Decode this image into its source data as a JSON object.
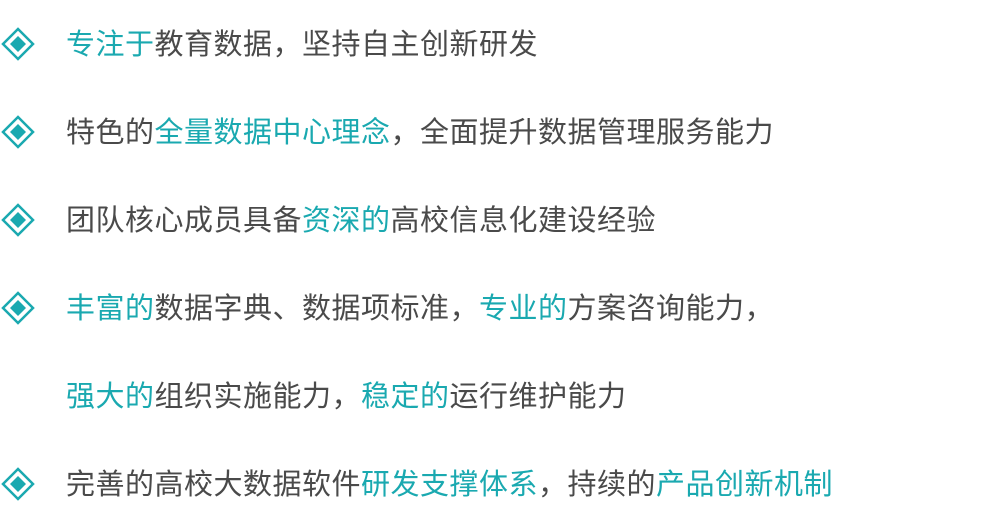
{
  "accent_color": "#1aa9b0",
  "text_color": "#4a4a4a",
  "bullet_icon": "diamond-bullet-icon",
  "items": [
    {
      "bullet": true,
      "segments": [
        {
          "text": "专注于",
          "highlight": true
        },
        {
          "text": "教育数据，坚持自主创新研发",
          "highlight": false
        }
      ]
    },
    {
      "bullet": true,
      "segments": [
        {
          "text": "特色的",
          "highlight": false
        },
        {
          "text": "全量数据中心理念",
          "highlight": true
        },
        {
          "text": "，全面提升数据管理服务能力",
          "highlight": false
        }
      ]
    },
    {
      "bullet": true,
      "segments": [
        {
          "text": "团队核心成员具备",
          "highlight": false
        },
        {
          "text": "资深的",
          "highlight": true
        },
        {
          "text": "高校信息化建设经验",
          "highlight": false
        }
      ]
    },
    {
      "bullet": true,
      "segments": [
        {
          "text": "丰富的",
          "highlight": true
        },
        {
          "text": "数据字典、数据项标准，",
          "highlight": false
        },
        {
          "text": "专业的",
          "highlight": true
        },
        {
          "text": "方案咨询能力，",
          "highlight": false
        }
      ]
    },
    {
      "bullet": false,
      "segments": [
        {
          "text": "强大的",
          "highlight": true
        },
        {
          "text": "组织实施能力，",
          "highlight": false
        },
        {
          "text": "稳定的",
          "highlight": true
        },
        {
          "text": "运行维护能力",
          "highlight": false
        }
      ]
    },
    {
      "bullet": true,
      "segments": [
        {
          "text": "完善的高校大数据软件",
          "highlight": false
        },
        {
          "text": "研发支撑体系",
          "highlight": true
        },
        {
          "text": "，持续的",
          "highlight": false
        },
        {
          "text": "产品创新机制",
          "highlight": true
        }
      ]
    }
  ]
}
